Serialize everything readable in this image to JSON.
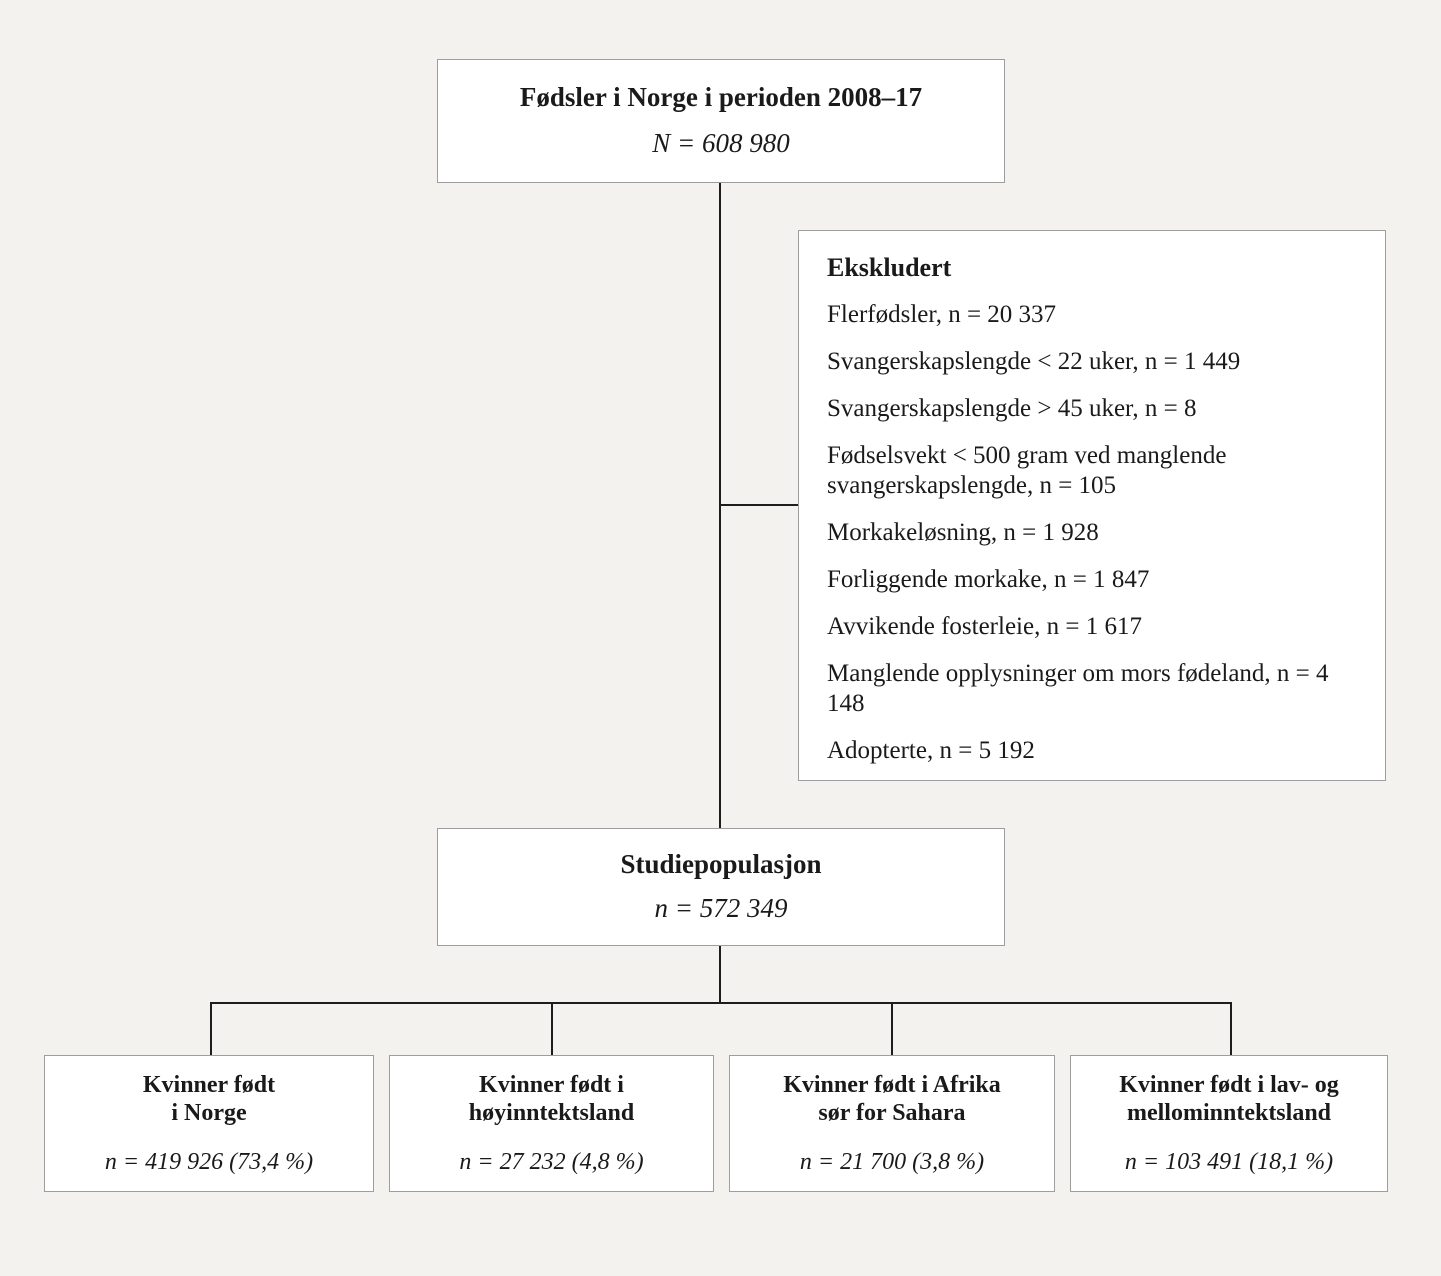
{
  "figure": {
    "type": "flowchart",
    "language": "nb-NO",
    "background_color": "#f3f2ef",
    "box_fill": "#ffffff",
    "box_border_color": "#9d9d9d",
    "line_color": "#1d1d1d"
  },
  "top_box": {
    "title": "Fødsler i Norge i perioden 2008–17",
    "count": "N = 608 980"
  },
  "excluded_box": {
    "heading": "Ekskludert",
    "items": [
      "Flerfødsler, n = 20 337",
      "Svangerskapslengde < 22 uker, n = 1 449",
      "Svangerskapslengde > 45 uker, n = 8",
      "Fødselsvekt < 500 gram ved manglende svangerskapslengde, n = 105",
      "Morkakeløsning, n = 1 928",
      "Forliggende morkake, n = 1 847",
      "Avvikende fosterleie, n = 1 617",
      "Manglende opplysninger om mors fødeland, n = 4 148",
      "Adopterte, n = 5 192"
    ]
  },
  "study_box": {
    "title": "Studiepopulasjon",
    "count": "n = 572 349"
  },
  "groups": [
    {
      "title_line1": "Kvinner født",
      "title_line2": "i Norge",
      "count": "n = 419 926 (73,4 %)"
    },
    {
      "title_line1": "Kvinner født i",
      "title_line2": "høyinntektsland",
      "count": "n = 27 232  (4,8 %)"
    },
    {
      "title_line1": "Kvinner født i Afrika",
      "title_line2": "sør for Sahara",
      "count": "n = 21 700 (3,8 %)"
    },
    {
      "title_line1": "Kvinner født i lav- og",
      "title_line2": "mellominntektsland",
      "count": "n = 103 491 (18,1 %)"
    }
  ]
}
